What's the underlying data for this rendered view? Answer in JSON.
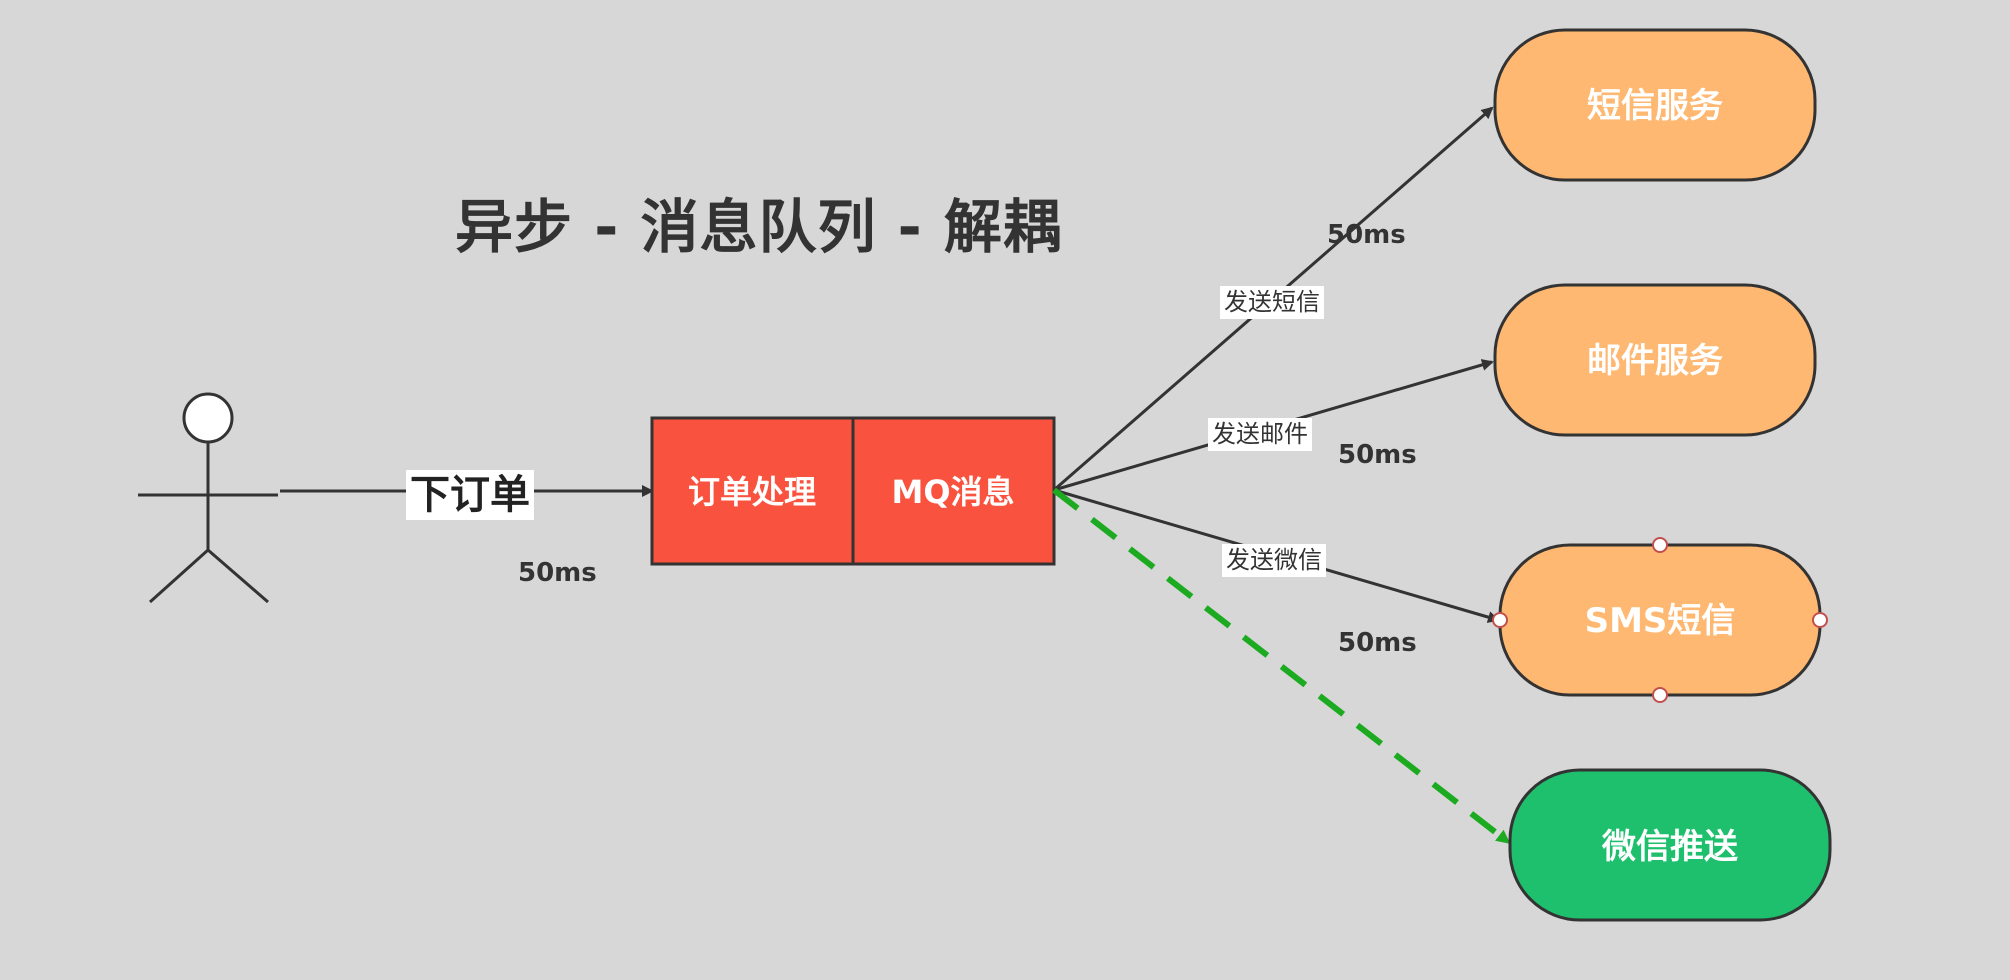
{
  "title": "异步 - 消息队列 - 解耦",
  "colors": {
    "background": "#d7d7d7",
    "red_box": "#f9533f",
    "orange_node": "#feb872",
    "green_node": "#1ebf6d",
    "dashed_arrow": "#1cab20",
    "line": "#333333"
  },
  "actor": {
    "name": "user-actor",
    "edge_label": "下订单",
    "latency": "50ms"
  },
  "queue_box": {
    "left_label": "订单处理",
    "right_label": "MQ消息"
  },
  "services": [
    {
      "label": "短信服务",
      "edge_label": "发送短信",
      "latency": "50ms",
      "color": "orange"
    },
    {
      "label": "邮件服务",
      "edge_label": "发送邮件",
      "latency": "50ms",
      "color": "orange"
    },
    {
      "label": "SMS短信",
      "edge_label": "发送微信",
      "latency": "50ms",
      "color": "orange",
      "selected": true
    },
    {
      "label": "微信推送",
      "color": "green",
      "dashed": true
    }
  ]
}
